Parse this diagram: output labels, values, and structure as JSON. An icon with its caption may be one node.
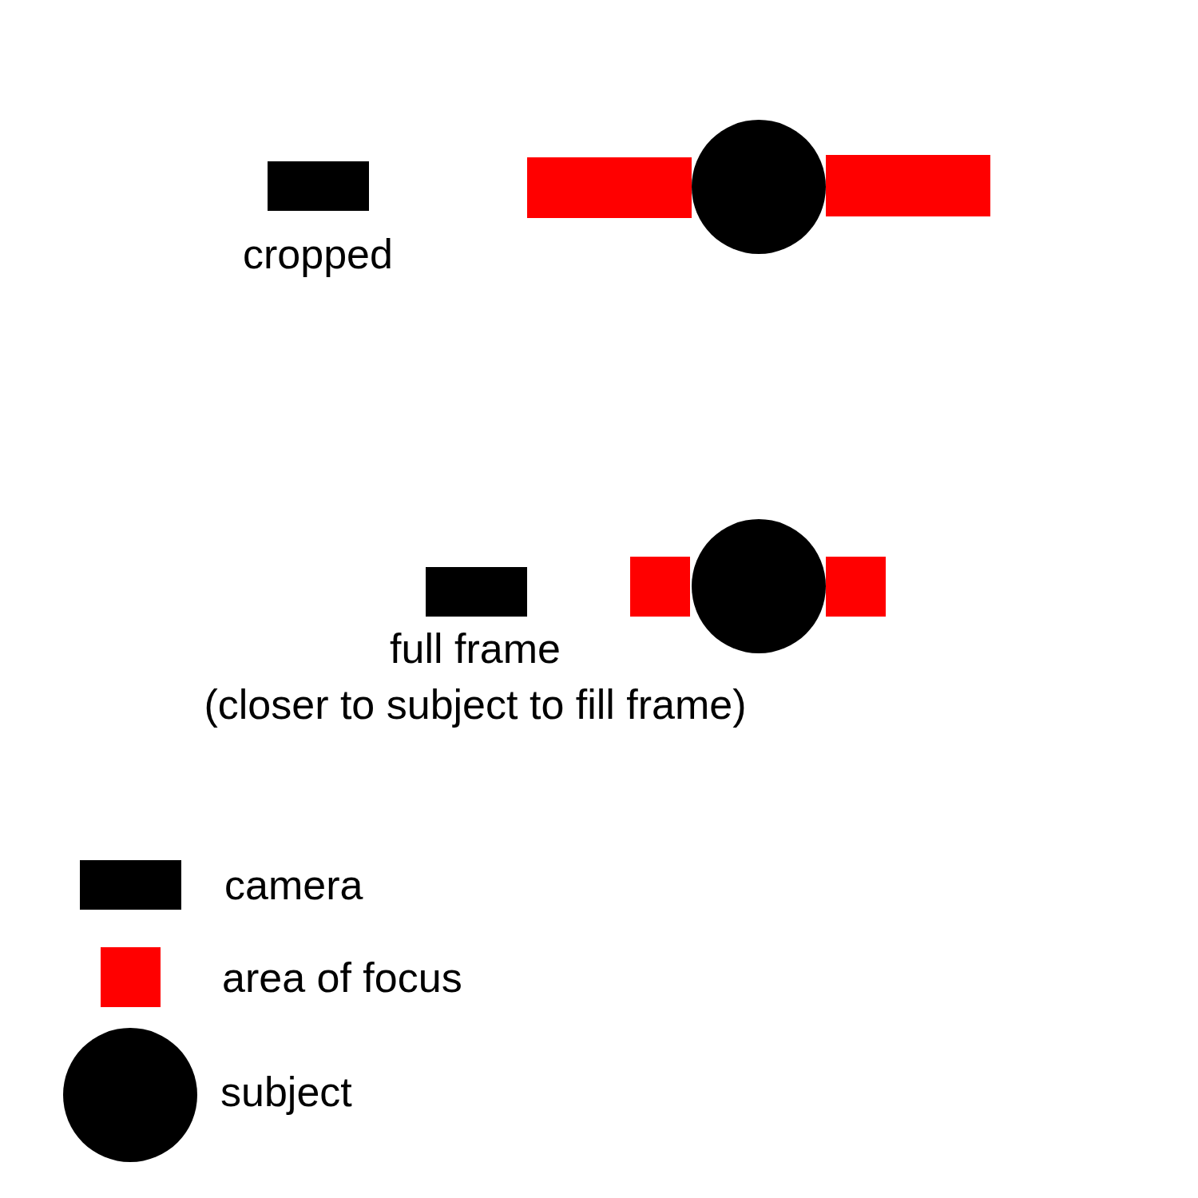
{
  "diagram": {
    "nodes": [
      {
        "text": [],
        "shape": "box",
        "beside": [
          "cropped"
        ]
      },
      {
        "text": [],
        "shape": "bar"
      },
      {
        "text": [],
        "shape": "circle"
      },
      {
        "text": [],
        "shape": "bar"
      },
      {
        "text": [],
        "shape": "box",
        "beside": [
          "full frame",
          "(closer to subject to fill frame)"
        ]
      },
      {
        "text": [],
        "shape": "box"
      },
      {
        "text": [],
        "shape": "circle"
      },
      {
        "text": [],
        "shape": "box"
      }
    ],
    "edges": [],
    "legend": [
      {
        "text": "camera",
        "color": "#000000"
      },
      {
        "text": "area of focus",
        "color": "#ff0000"
      },
      {
        "text": "subject"
      }
    ]
  }
}
